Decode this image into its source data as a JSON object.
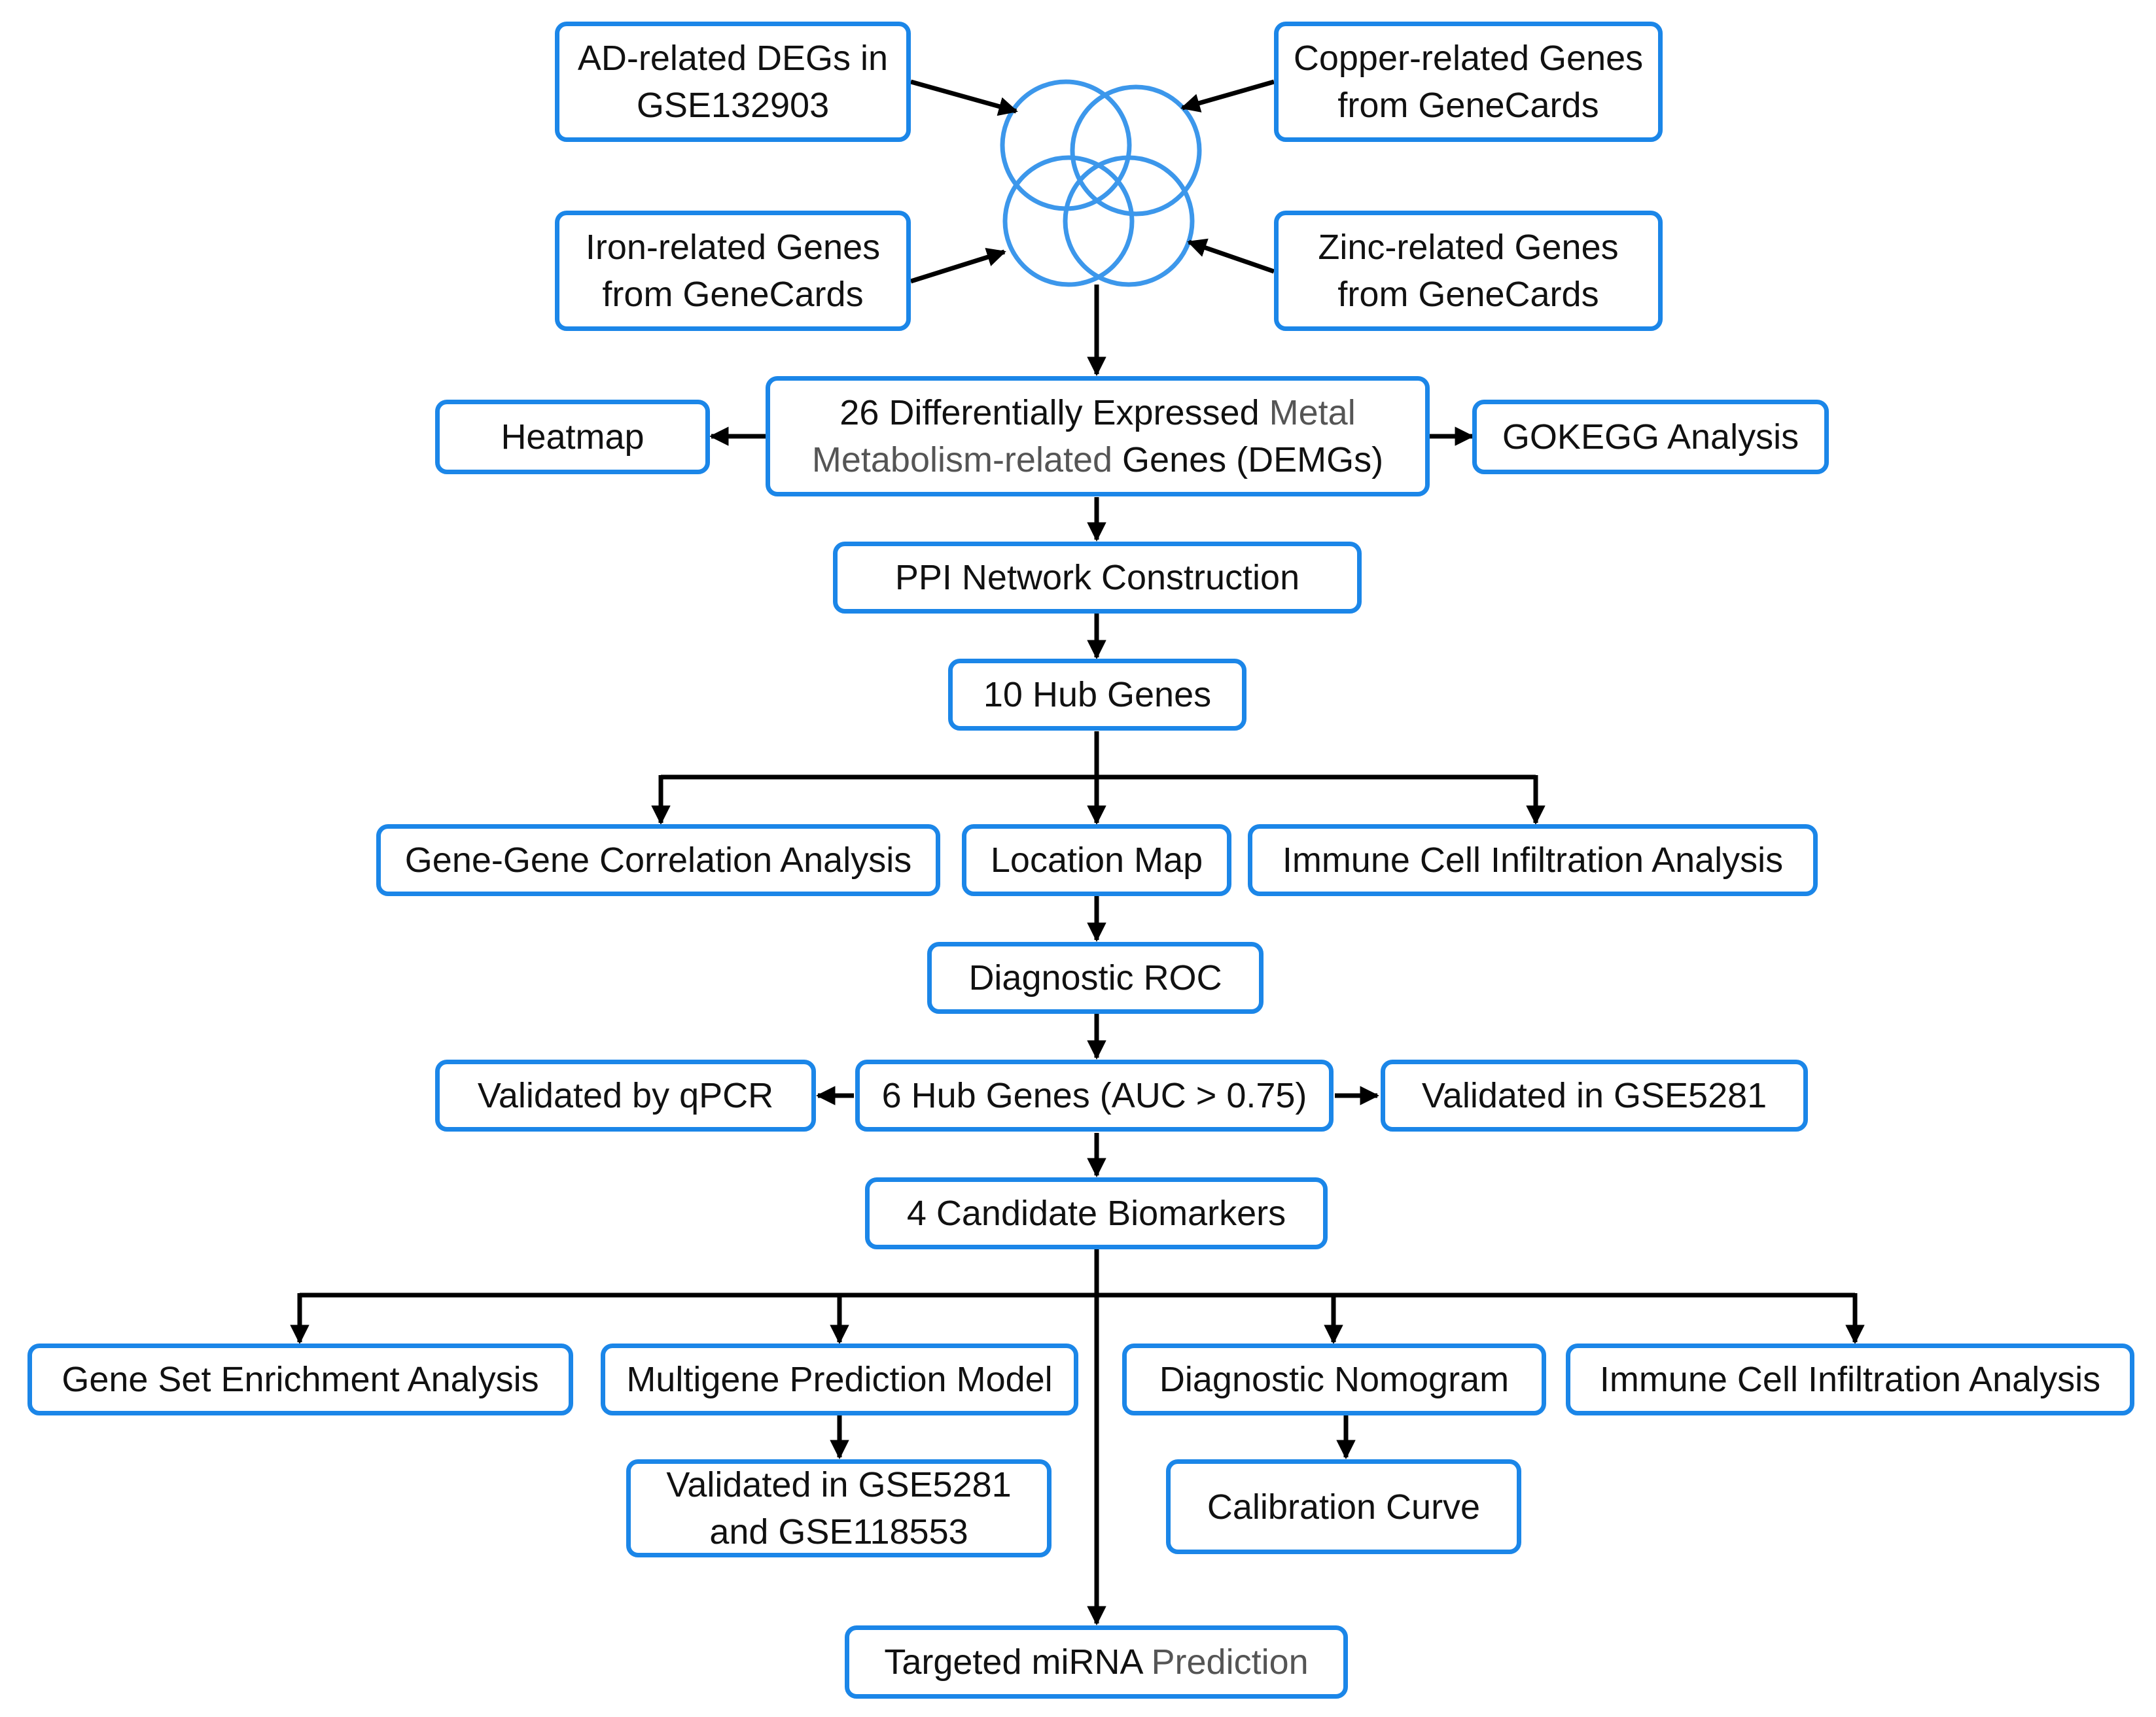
{
  "colors": {
    "box_border": "#1b86e8",
    "venn_stroke": "#1b86e8",
    "arrow": "#000000",
    "text": "#111111",
    "muted_text": "#555555"
  },
  "sources": {
    "ad_degs": [
      "AD-related DEGs in",
      "GSE132903"
    ],
    "copper": [
      "Copper-related Genes",
      "from GeneCards"
    ],
    "iron": [
      "Iron-related Genes",
      "from GeneCards"
    ],
    "zinc": [
      "Zinc-related Genes",
      "from GeneCards"
    ]
  },
  "venn_icon": "four-circle-venn-icon",
  "demgs": {
    "line1_a": "26 Differentially Expressed ",
    "line1_b": "Metal",
    "line2_a": "Metabolism-related",
    "line2_b": " Genes (DEMGs)"
  },
  "heatmap": "Heatmap",
  "gokegg": "GOKEGG  Analysis",
  "ppi": "PPI Network Construction",
  "hub10": "10 Hub Genes",
  "gene_gene": "Gene-Gene Correlation Analysis",
  "location_map": "Location Map",
  "immune_1": "Immune Cell Infiltration Analysis",
  "diagnostic_roc": "Diagnostic ROC",
  "qpcr": "Validated by qPCR",
  "hub6": "6 Hub Genes (AUC > 0.75)",
  "gse5281": "Validated in GSE5281",
  "biomarkers": "4 Candidate Biomarkers",
  "gsea": "Gene Set Enrichment Analysis",
  "multigene": "Multigene Prediction Model",
  "nomogram": "Diagnostic Nomogram",
  "immune_2": "Immune Cell Infiltration Analysis",
  "validated_two": [
    "Validated in GSE5281",
    "and GSE118553"
  ],
  "calibration": "Calibration Curve",
  "mirna_a": "Targeted miRNA ",
  "mirna_b": "Prediction"
}
